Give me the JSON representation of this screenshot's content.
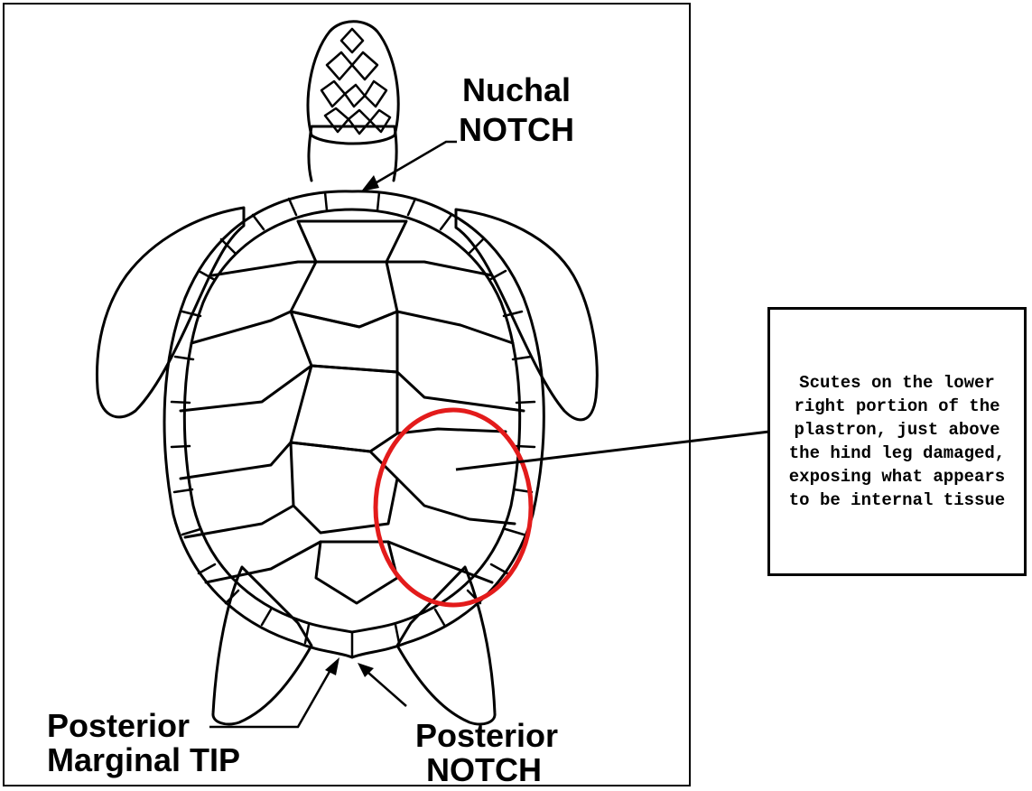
{
  "labels": {
    "nuchal_line1": "Nuchal",
    "nuchal_line2": "NOTCH",
    "posterior_tip_line1": "Posterior",
    "posterior_tip_line2": "Marginal TIP",
    "posterior_notch_line1": "Posterior",
    "posterior_notch_line2": "NOTCH"
  },
  "annotation": {
    "text": "Scutes on the lower right portion of the plastron, just above the hind leg damaged, exposing what appears to be internal tissue"
  },
  "colors": {
    "outline": "#000000",
    "highlight": "#e31b1b",
    "background": "#ffffff"
  }
}
